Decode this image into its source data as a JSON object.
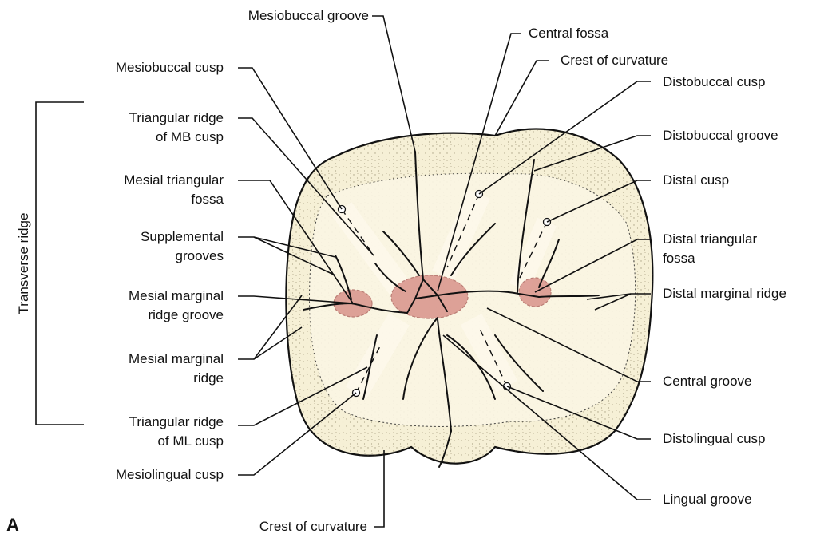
{
  "panel_letter": "A",
  "bracket_label": "Transverse ridge",
  "labels": {
    "mesiobuccal_groove": "Mesiobuccal groove",
    "central_fossa": "Central fossa",
    "crest_top": "Crest of curvature",
    "mesiobuccal_cusp": "Mesiobuccal cusp",
    "distobuccal_cusp": "Distobuccal cusp",
    "tri_mb_1": "Triangular ridge",
    "tri_mb_2": "of MB cusp",
    "distobuccal_groove": "Distobuccal groove",
    "mesial_tri_fossa_1": "Mesial triangular",
    "mesial_tri_fossa_2": "fossa",
    "distal_cusp": "Distal cusp",
    "supplemental_1": "Supplemental",
    "supplemental_2": "grooves",
    "distal_tri_fossa_1": "Distal triangular",
    "distal_tri_fossa_2": "fossa",
    "mmr_groove_1": "Mesial marginal",
    "mmr_groove_2": "ridge groove",
    "distal_marginal_ridge": "Distal marginal ridge",
    "mmr_1": "Mesial marginal",
    "mmr_2": "ridge",
    "central_groove": "Central groove",
    "tri_ml_1": "Triangular ridge",
    "tri_ml_2": "of ML cusp",
    "distolingual_cusp": "Distolingual cusp",
    "mesiolingual_cusp": "Mesiolingual cusp",
    "lingual_groove": "Lingual groove",
    "crest_bottom": "Crest of curvature"
  },
  "colors": {
    "tooth_fill": "#f6f0d6",
    "fossa_fill": "#d9938b",
    "line": "#111111"
  }
}
